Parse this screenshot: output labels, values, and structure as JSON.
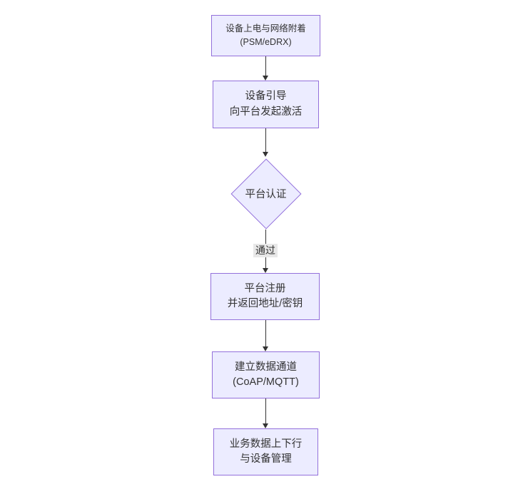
{
  "diagram": {
    "type": "flowchart",
    "direction": "top-down",
    "colors": {
      "background": "#ffffff",
      "node_fill": "#ececff",
      "node_border": "#9370db",
      "text": "#333333",
      "edge": "#333333",
      "edge_label_bg": "#e8e8e8"
    },
    "nodes": [
      {
        "id": "start",
        "shape": "rect",
        "lines": [
          "设备上电与网络附着",
          "(PSM/eDRX)"
        ]
      },
      {
        "id": "bootstrap",
        "shape": "rect",
        "lines": [
          "设备引导",
          "向平台发起激活"
        ]
      },
      {
        "id": "auth",
        "shape": "diamond",
        "lines": [
          "平台认证"
        ]
      },
      {
        "id": "register",
        "shape": "rect",
        "lines": [
          "平台注册",
          "并返回地址/密钥"
        ]
      },
      {
        "id": "channel",
        "shape": "rect",
        "lines": [
          "建立数据通道",
          "(CoAP/MQTT)"
        ]
      },
      {
        "id": "business",
        "shape": "rect",
        "lines": [
          "业务数据上下行",
          "与设备管理"
        ]
      }
    ],
    "edges": [
      {
        "from": "start",
        "to": "bootstrap",
        "label": ""
      },
      {
        "from": "bootstrap",
        "to": "auth",
        "label": ""
      },
      {
        "from": "auth",
        "to": "register",
        "label": "通过"
      },
      {
        "from": "register",
        "to": "channel",
        "label": ""
      },
      {
        "from": "channel",
        "to": "business",
        "label": ""
      }
    ]
  }
}
